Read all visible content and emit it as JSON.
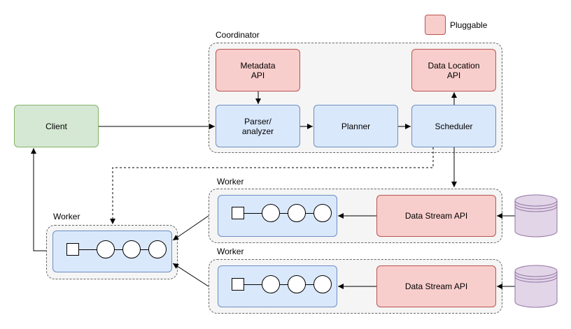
{
  "legend": {
    "label": "Pluggable",
    "color": "#f8cecc"
  },
  "coordinator": {
    "title": "Coordinator",
    "metadata_api": "Metadata\nAPI",
    "data_location_api": "Data Location\nAPI",
    "parser": "Parser/\nanalyzer",
    "planner": "Planner",
    "scheduler": "Scheduler"
  },
  "client": {
    "label": "Client"
  },
  "workers": [
    {
      "title": "Worker",
      "data_stream": "Data Stream API"
    },
    {
      "title": "Worker",
      "data_stream": "Data Stream API"
    },
    {
      "title": "Worker"
    }
  ],
  "colors": {
    "pluggable_fill": "#f8cecc",
    "pluggable_border": "#b85450",
    "component_fill": "#dae8fc",
    "component_border": "#6c8ebf",
    "client_fill": "#d5e8d4",
    "client_border": "#82b366",
    "storage_fill": "#e1d5e7",
    "storage_border": "#9673a6"
  }
}
